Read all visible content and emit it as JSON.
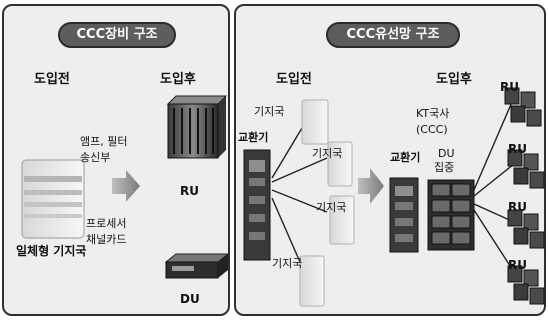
{
  "left_panel": {
    "title": "CCC장비 구조",
    "before_heading": "도입전",
    "after_heading": "도입후",
    "split_label_1": "앰프, 필터",
    "split_label_2": "송신부",
    "split_label_3": "프로세서",
    "split_label_4": "채널카드",
    "integrated_bs_label": "일체형 기지국",
    "ru_label": "RU",
    "du_label": "DU"
  },
  "right_panel": {
    "title": "CCC유선망 구조",
    "before_heading": "도입전",
    "after_heading": "도입후",
    "base_station_label": "기지국",
    "switch_before_label": "교환기",
    "switch_after_label": "교환기",
    "kt_office_label_1": "KT국사",
    "kt_office_label_2": "(CCC)",
    "du_concentration_1": "DU",
    "du_concentration_2": "집중",
    "ru_label": "RU"
  }
}
